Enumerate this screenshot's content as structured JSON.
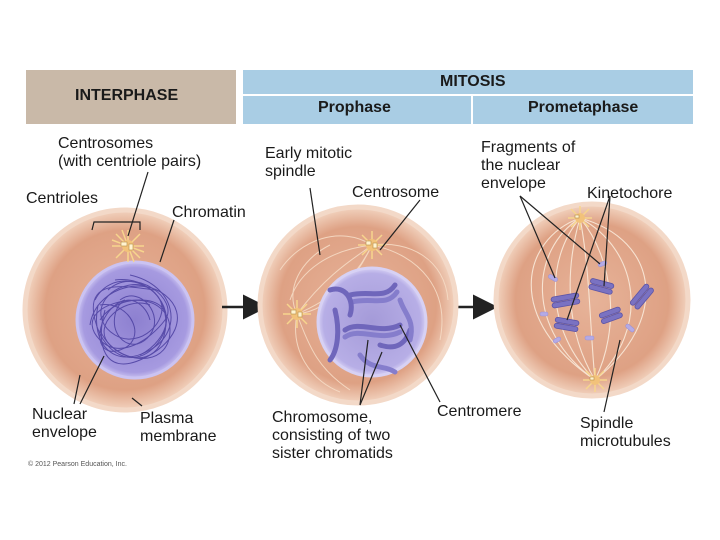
{
  "headers": {
    "interphase": "INTERPHASE",
    "mitosis": "MITOSIS",
    "prophase": "Prophase",
    "prometaphase": "Prometaphase"
  },
  "labels": {
    "centrosomes": "Centrosomes\n(with centriole pairs)",
    "centrioles": "Centrioles",
    "chromatin": "Chromatin",
    "nuclear_envelope": "Nuclear\nenvelope",
    "plasma_membrane": "Plasma\nmembrane",
    "early_spindle": "Early mitotic\nspindle",
    "centrosome": "Centrosome",
    "chromosome": "Chromosome,\nconsisting of two\nsister chromatids",
    "fragments": "Fragments of\nthe nuclear\nenvelope",
    "kinetochore": "Kinetochore",
    "centromere": "Centromere",
    "spindle_microtubules": "Spindle\nmicrotubules"
  },
  "copyright": "© 2012 Pearson Education, Inc.",
  "colors": {
    "interphase_header": "#c9b9a8",
    "mitosis_header": "#a9cde4",
    "cell_fill": "#e2a98c",
    "cell_edge": "#f4d6c2",
    "nucleus": "#9c8fd6",
    "chromosome": "#7a72c2",
    "centrosome": "#f2c27a"
  }
}
